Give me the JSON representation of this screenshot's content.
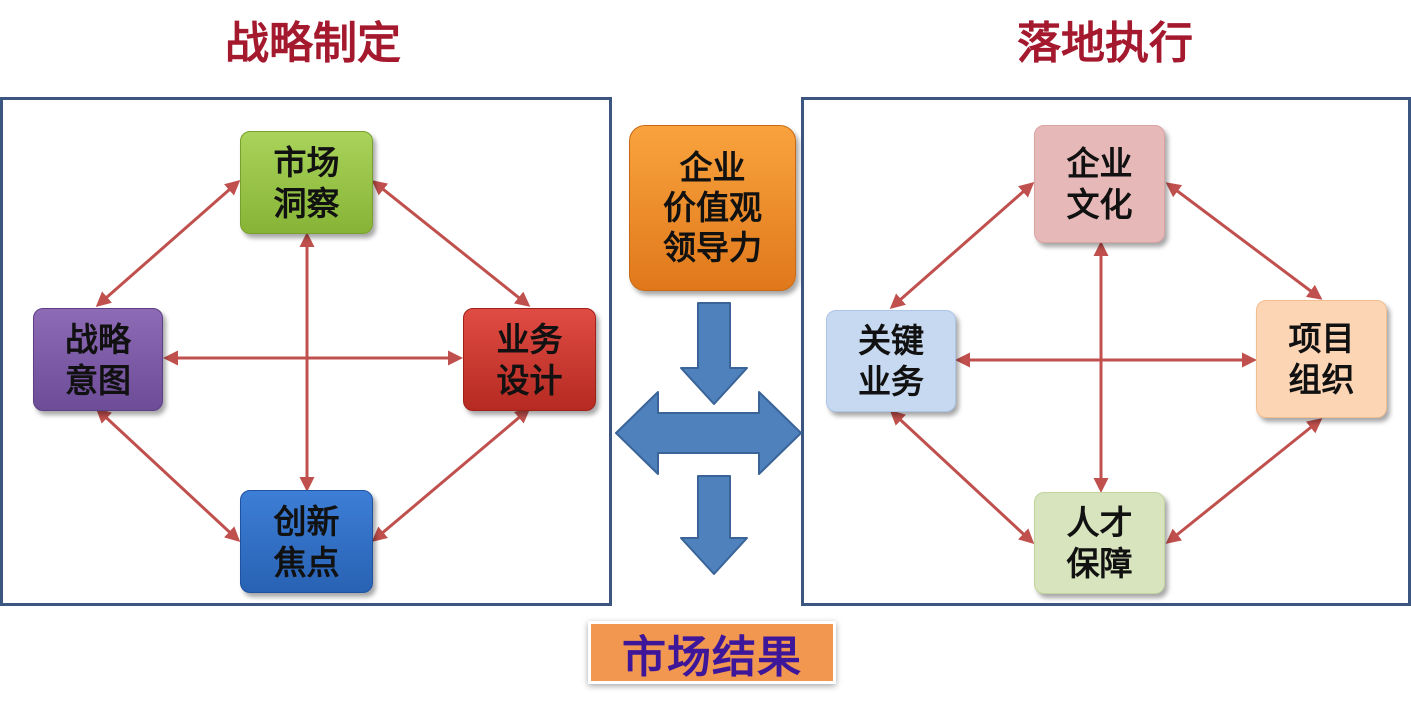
{
  "titles": {
    "left": "战略制定",
    "right": "落地执行"
  },
  "strategy": {
    "top": {
      "line1": "市场",
      "line2": "洞察"
    },
    "left": {
      "line1": "战略",
      "line2": "意图"
    },
    "right": {
      "line1": "业务",
      "line2": "设计"
    },
    "bottom": {
      "line1": "创新",
      "line2": "焦点"
    }
  },
  "execution": {
    "top": {
      "line1": "企业",
      "line2": "文化"
    },
    "left": {
      "line1": "关键",
      "line2": "业务"
    },
    "right": {
      "line1": "项目",
      "line2": "组织"
    },
    "bottom": {
      "line1": "人才",
      "line2": "保障"
    }
  },
  "core": {
    "line1": "企业",
    "line2": "价值观",
    "line3": "领导力"
  },
  "result": "市场结果",
  "colors": {
    "title": "#a5192e",
    "panel_border": "#3b5680",
    "connector": "#c0504d",
    "flow_arrow": "#4f81bd",
    "result_bg": "#f2974f",
    "result_text": "#3d1699"
  }
}
